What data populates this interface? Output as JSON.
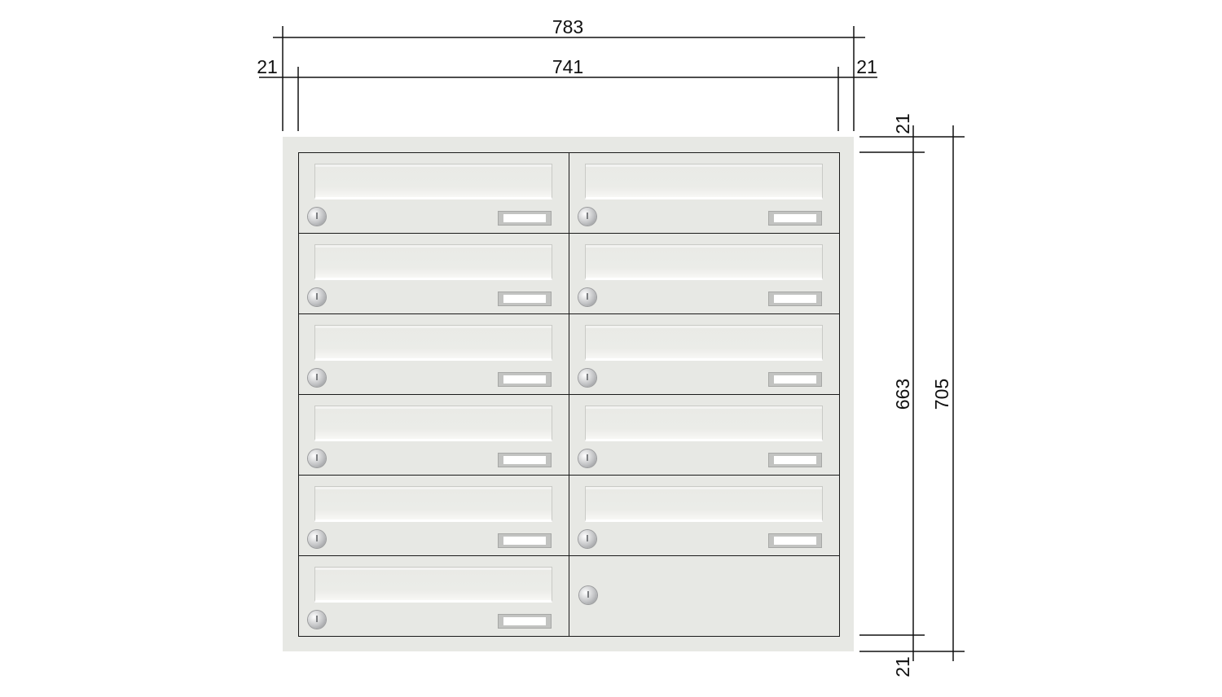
{
  "dimensions": {
    "overall_width": "783",
    "inner_width": "741",
    "left_margin": "21",
    "right_margin": "21",
    "top_margin": "21",
    "inner_height": "663",
    "overall_height": "705",
    "bottom_margin": "21"
  },
  "mailbox_panel": {
    "columns": 2,
    "rows": 6,
    "mailbox_count": 11,
    "blank_lock_panel": 1,
    "color": "#e7e8e4"
  }
}
